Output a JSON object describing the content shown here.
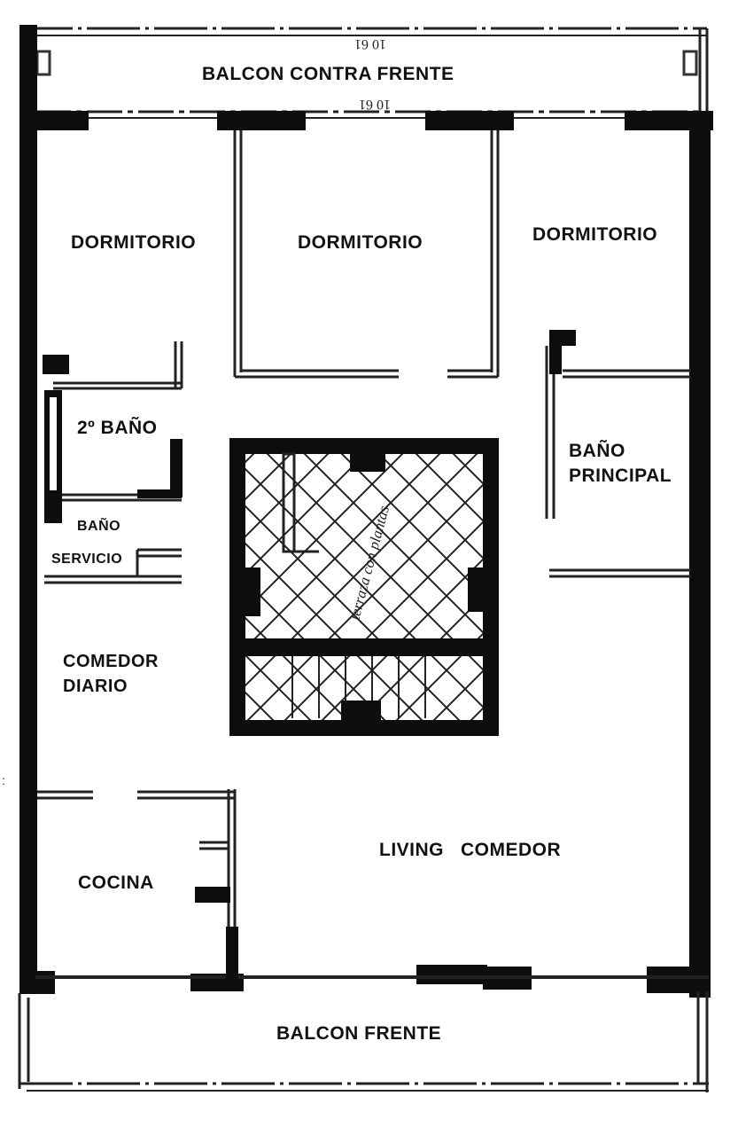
{
  "rooms": {
    "balcon_contra_frente": "BALCON CONTRA FRENTE",
    "dormitorio_1": "DORMITORIO",
    "dormitorio_2": "DORMITORIO",
    "dormitorio_3": "DORMITORIO",
    "segundo_bano": "2º BAÑO",
    "bano_principal_l1": "BAÑO",
    "bano_principal_l2": "PRINCIPAL",
    "bano_servicio_l1": "BAÑO",
    "bano_servicio_l2": "SERVICIO",
    "comedor_diario_l1": "COMEDOR",
    "comedor_diario_l2": "DIARIO",
    "cocina": "COCINA",
    "living_comedor": "LIVING   COMEDOR",
    "balcon_frente": "BALCON FRENTE"
  },
  "dimensions": {
    "top_upside_down": "10 61",
    "top_second": "10 61"
  },
  "courtyard": {
    "annotation": "terraza con plantas"
  }
}
